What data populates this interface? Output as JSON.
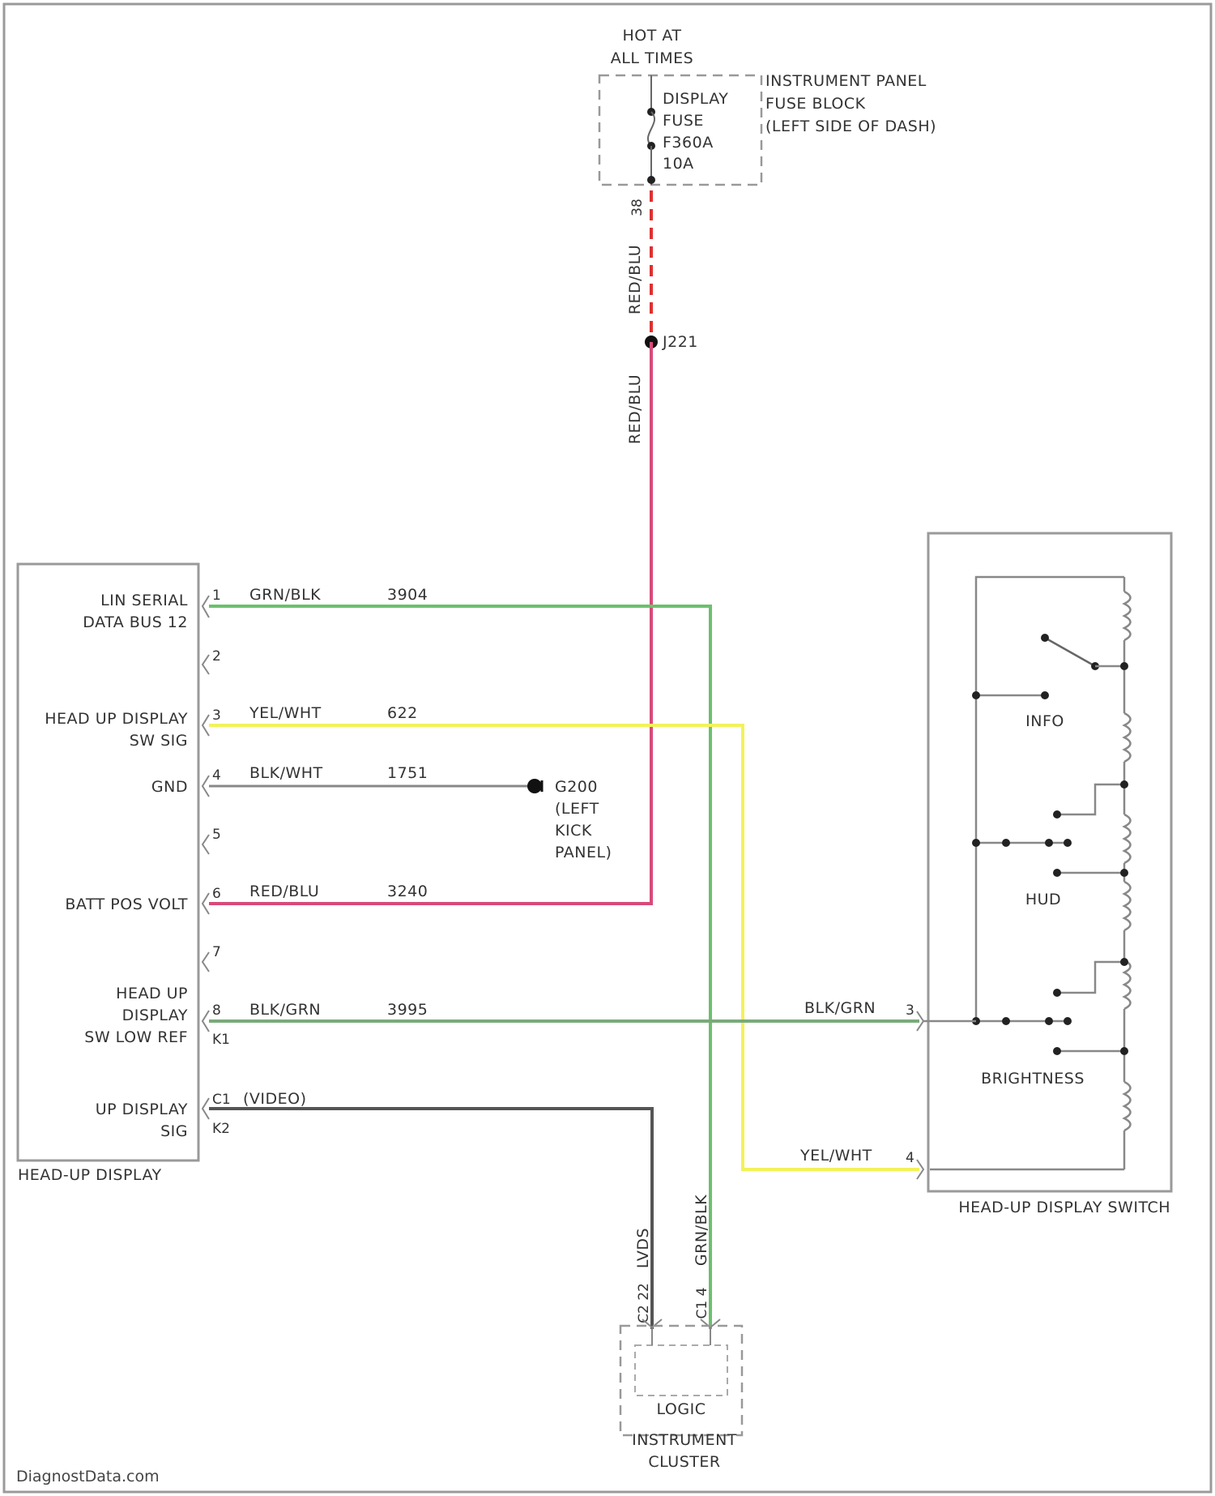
{
  "power": {
    "hot_line1": "HOT AT",
    "hot_line2": "ALL TIMES",
    "fuse_line1": "DISPLAY",
    "fuse_line2": "FUSE",
    "fuse_line3": "F360A",
    "fuse_line4": "10A",
    "block_line1": "INSTRUMENT PANEL",
    "block_line2": "FUSE BLOCK",
    "block_line3": "(LEFT SIDE OF DASH)",
    "fuse_pin": "38",
    "wire_top": "RED/BLU",
    "splice": "J221",
    "wire_mid": "RED/BLU"
  },
  "hud": {
    "title": "HEAD-UP DISPLAY",
    "pins": [
      {
        "num": "1",
        "label1": "LIN SERIAL",
        "label2": "DATA BUS 12",
        "wire": "GRN/BLK",
        "circuit": "3904"
      },
      {
        "num": "2",
        "label1": "",
        "label2": "",
        "wire": "",
        "circuit": ""
      },
      {
        "num": "3",
        "label1": "HEAD UP DISPLAY",
        "label2": "SW SIG",
        "wire": "YEL/WHT",
        "circuit": "622"
      },
      {
        "num": "4",
        "label1": "GND",
        "label2": "",
        "wire": "BLK/WHT",
        "circuit": "1751"
      },
      {
        "num": "5",
        "label1": "",
        "label2": "",
        "wire": "",
        "circuit": ""
      },
      {
        "num": "6",
        "label1": "BATT POS VOLT",
        "label2": "",
        "wire": "RED/BLU",
        "circuit": "3240"
      },
      {
        "num": "7",
        "label1": "",
        "label2": "",
        "wire": "",
        "circuit": ""
      },
      {
        "num": "8",
        "label1": "HEAD UP",
        "label2": "DISPLAY",
        "label3": "SW LOW REF",
        "wire": "BLK/GRN",
        "circuit": "3995",
        "sub": "K1"
      },
      {
        "num": "C1",
        "label1": "UP DISPLAY",
        "label2": "SIG",
        "wire": "(VIDEO)",
        "circuit": "",
        "sub": "K2"
      }
    ]
  },
  "ground": {
    "name": "G200",
    "line1": "(LEFT",
    "line2": "KICK",
    "line3": "PANEL)"
  },
  "switch": {
    "title": "HEAD-UP DISPLAY SWITCH",
    "info": "INFO",
    "hud": "HUD",
    "brightness": "BRIGHTNESS",
    "wire_pin3": "BLK/GRN",
    "pin3": "3",
    "wire_pin4": "YEL/WHT",
    "pin4": "4"
  },
  "cluster": {
    "wire_left": "LVDS",
    "wire_right": "GRN/BLK",
    "pin_left": "C2 22",
    "pin_right": "C1 4",
    "logic": "LOGIC",
    "line1": "INSTRUMENT",
    "line2": "CLUSTER"
  },
  "watermark": "DiagnostData.com",
  "colors": {
    "red_blu": "#d84a7a",
    "red_dash": "#e03030",
    "grn_blk": "#6cc06c",
    "yel_wht": "#f2f25a",
    "blk_wht": "#888888",
    "blk_grn": "#7aaa7a",
    "video": "#555555",
    "frame": "#9a9a9a"
  }
}
